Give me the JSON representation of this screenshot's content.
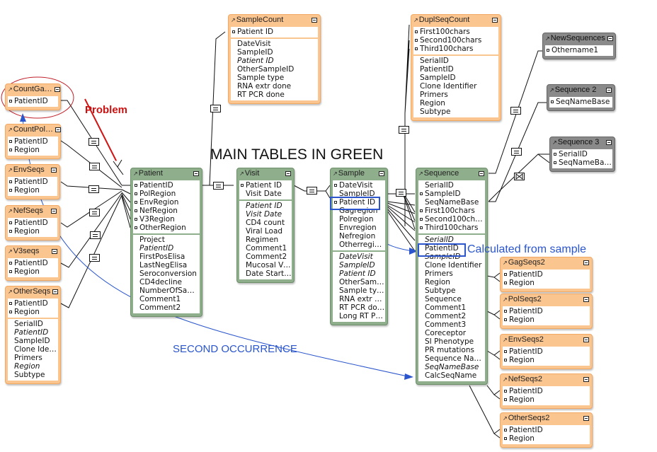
{
  "annotations": {
    "problem": "Problem",
    "main_tables": "MAIN TABLES IN GREEN",
    "calculated": "Calculated from sample",
    "second_occurrence": "SECOND OCCURRENCE"
  },
  "colors": {
    "orange": "#fbc590",
    "green": "#8fae8c",
    "gray": "#8a8a8a",
    "annotation_red": "#cc1111",
    "annotation_blue": "#2a55cc"
  },
  "tables": [
    {
      "id": "countgag",
      "name": "CountGa…",
      "color": "orange",
      "sections": [
        [
          {
            "n": "PatientID",
            "k": true
          }
        ]
      ]
    },
    {
      "id": "countpol",
      "name": "CountPol…",
      "color": "orange",
      "sections": [
        [
          {
            "n": "PatientID",
            "k": true
          },
          {
            "n": "Region",
            "k": true
          }
        ]
      ]
    },
    {
      "id": "envseqs",
      "name": "EnvSeqs",
      "color": "orange",
      "sections": [
        [
          {
            "n": "PatientID",
            "k": true
          },
          {
            "n": "Region",
            "k": true
          }
        ]
      ]
    },
    {
      "id": "nefseqs",
      "name": "NefSeqs",
      "color": "orange",
      "sections": [
        [
          {
            "n": "PatientID",
            "k": true
          },
          {
            "n": "Region",
            "k": true
          }
        ]
      ]
    },
    {
      "id": "v3seqs",
      "name": "V3seqs",
      "color": "orange",
      "sections": [
        [
          {
            "n": "PatientID",
            "k": true
          },
          {
            "n": "Region",
            "k": true
          }
        ]
      ]
    },
    {
      "id": "otherseqs",
      "name": "OtherSeqs",
      "color": "orange",
      "sections": [
        [
          {
            "n": "PatientID",
            "k": true
          },
          {
            "n": "Region",
            "k": true
          }
        ],
        [
          {
            "n": "SerialID"
          },
          {
            "n": "PatientID",
            "i": true
          },
          {
            "n": "SampleID"
          },
          {
            "n": "Clone Iden…"
          },
          {
            "n": "Primers"
          },
          {
            "n": "Region",
            "i": true
          },
          {
            "n": "Subtype"
          }
        ]
      ]
    },
    {
      "id": "patient",
      "name": "Patient",
      "color": "green",
      "sections": [
        [
          {
            "n": "PatientID",
            "k": true
          },
          {
            "n": "PolRegion",
            "k": true
          },
          {
            "n": "EnvRegion",
            "k": true
          },
          {
            "n": "NefRegion",
            "k": true
          },
          {
            "n": "V3Region",
            "k": true
          },
          {
            "n": "OtherRegion",
            "k": true
          }
        ],
        [
          {
            "n": "Project"
          },
          {
            "n": "PatientID",
            "i": true
          },
          {
            "n": "FirstPosElisa"
          },
          {
            "n": "LastNegElisa"
          },
          {
            "n": "Seroconversion"
          },
          {
            "n": "CD4decline"
          },
          {
            "n": "NumberOfSam…"
          },
          {
            "n": "Comment1"
          },
          {
            "n": "Comment2"
          }
        ]
      ]
    },
    {
      "id": "samplecount",
      "name": "SampleCount",
      "color": "orange",
      "sections": [
        [
          {
            "n": "Patient ID",
            "k": true
          }
        ],
        [
          {
            "n": "DateVisit"
          },
          {
            "n": "SampleID"
          },
          {
            "n": "Patient ID",
            "i": true
          },
          {
            "n": "OtherSampleID"
          },
          {
            "n": "Sample type"
          },
          {
            "n": "RNA extr done"
          },
          {
            "n": "RT PCR done"
          }
        ]
      ]
    },
    {
      "id": "visit",
      "name": "Visit",
      "color": "green",
      "sections": [
        [
          {
            "n": "Patient ID",
            "k": true
          },
          {
            "n": "Visit Date"
          }
        ],
        [
          {
            "n": "Patient ID",
            "i": true
          },
          {
            "n": "Visit Date",
            "i": true
          },
          {
            "n": "CD4 count"
          },
          {
            "n": "Viral Load"
          },
          {
            "n": "Regimen"
          },
          {
            "n": "Comment1"
          },
          {
            "n": "Comment2"
          },
          {
            "n": "Mucosal Vi…"
          },
          {
            "n": "Date Started"
          }
        ]
      ]
    },
    {
      "id": "sample",
      "name": "Sample",
      "color": "green",
      "sections": [
        [
          {
            "n": "DateVisit",
            "k": true
          },
          {
            "n": "SampleID"
          },
          {
            "n": "Patient ID",
            "k": true
          },
          {
            "n": "Gagregion"
          },
          {
            "n": "Polregion"
          },
          {
            "n": "Envregion"
          },
          {
            "n": "Nefregion"
          },
          {
            "n": "Otherregi…"
          }
        ],
        [
          {
            "n": "DateVisit",
            "i": true
          },
          {
            "n": "SampleID",
            "i": true
          },
          {
            "n": "Patient ID",
            "i": true
          },
          {
            "n": "OtherSamp…"
          },
          {
            "n": "Sample type"
          },
          {
            "n": "RNA extr d…"
          },
          {
            "n": "RT PCR done"
          },
          {
            "n": "Long RT P…"
          }
        ]
      ]
    },
    {
      "id": "duplseqcount",
      "name": "DuplSeqCount",
      "color": "orange",
      "sections": [
        [
          {
            "n": "First100chars",
            "k": true
          },
          {
            "n": "Second100chars",
            "k": true
          },
          {
            "n": "Third100chars",
            "k": true
          }
        ],
        [
          {
            "n": "SerialID"
          },
          {
            "n": "PatientID"
          },
          {
            "n": "SampleID"
          },
          {
            "n": "Clone Identifier"
          },
          {
            "n": "Primers"
          },
          {
            "n": "Region"
          },
          {
            "n": "Subtype"
          }
        ]
      ]
    },
    {
      "id": "sequence",
      "name": "Sequence",
      "color": "green",
      "sections": [
        [
          {
            "n": "SerialID"
          },
          {
            "n": "SampleID",
            "k": true
          },
          {
            "n": "SeqNameBase"
          },
          {
            "n": "First100chars",
            "k": true
          },
          {
            "n": "Second100chars",
            "k": true
          },
          {
            "n": "Third100chars",
            "k": true
          }
        ],
        [
          {
            "n": "SerialID",
            "i": true
          },
          {
            "n": "PatientID"
          },
          {
            "n": "SampleID",
            "i": true
          },
          {
            "n": "Clone Identifier"
          },
          {
            "n": "Primers"
          },
          {
            "n": "Region"
          },
          {
            "n": "Subtype"
          },
          {
            "n": "Sequence"
          },
          {
            "n": "Comment1"
          },
          {
            "n": "Comment2"
          },
          {
            "n": "Comment3"
          },
          {
            "n": "Coreceptor"
          },
          {
            "n": "SI Phenotype"
          },
          {
            "n": "PR mutations"
          },
          {
            "n": "Sequence Name"
          },
          {
            "n": "SeqNameBase",
            "i": true
          },
          {
            "n": "CalcSeqName"
          }
        ]
      ]
    },
    {
      "id": "newsequences",
      "name": "NewSequences",
      "color": "gray",
      "sections": [
        [
          {
            "n": "Othername1",
            "k": true
          }
        ]
      ]
    },
    {
      "id": "sequence2",
      "name": "Sequence 2",
      "color": "gray",
      "sections": [
        [
          {
            "n": "SeqNameBase",
            "k": true
          }
        ]
      ]
    },
    {
      "id": "sequence3",
      "name": "Sequence 3",
      "color": "gray",
      "sections": [
        [
          {
            "n": "SerialID",
            "k": true
          },
          {
            "n": "SeqNameBase",
            "k": true
          }
        ]
      ]
    },
    {
      "id": "gagseqs2",
      "name": "GagSeqs2",
      "color": "orange",
      "sections": [
        [
          {
            "n": "PatientID",
            "k": true
          },
          {
            "n": "Region",
            "k": true
          }
        ]
      ]
    },
    {
      "id": "polseqs2",
      "name": "PolSeqs2",
      "color": "orange",
      "sections": [
        [
          {
            "n": "PatientID",
            "k": true
          },
          {
            "n": "Region",
            "k": true
          }
        ]
      ]
    },
    {
      "id": "envseqs2",
      "name": "EnvSeqs2",
      "color": "orange",
      "sections": [
        [
          {
            "n": "PatientID",
            "k": true
          },
          {
            "n": "Region",
            "k": true
          }
        ]
      ]
    },
    {
      "id": "nefseqs2",
      "name": "NefSeqs2",
      "color": "orange",
      "sections": [
        [
          {
            "n": "PatientID",
            "k": true
          },
          {
            "n": "Region",
            "k": true
          }
        ]
      ]
    },
    {
      "id": "otherseqs2",
      "name": "OtherSeqs2",
      "color": "orange",
      "sections": [
        [
          {
            "n": "PatientID",
            "k": true
          },
          {
            "n": "Region",
            "k": true
          }
        ]
      ]
    }
  ]
}
